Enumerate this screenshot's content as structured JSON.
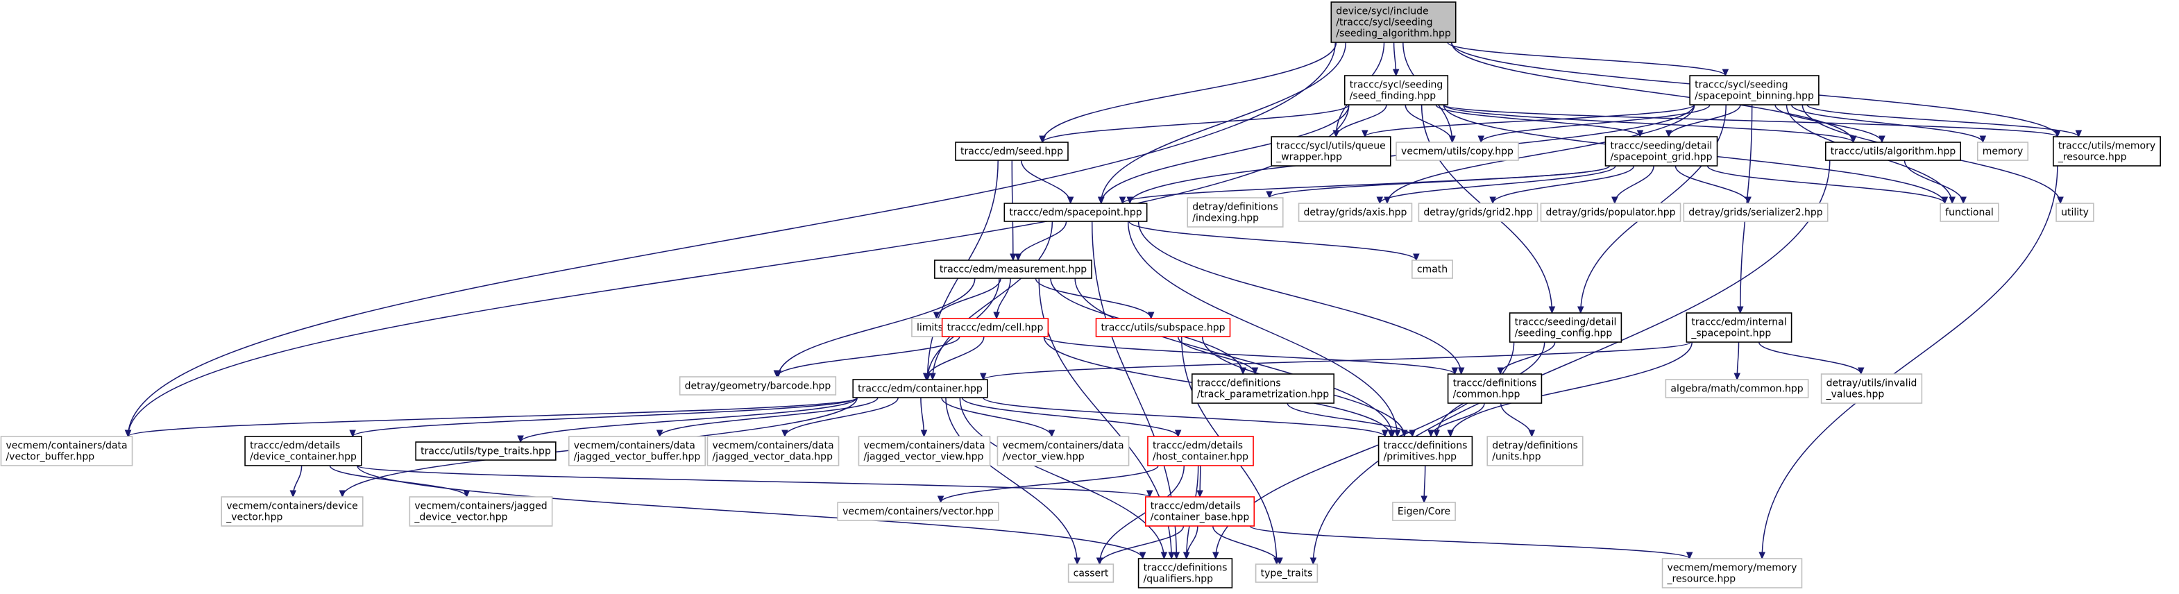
{
  "graph": {
    "edge_color": "#191970",
    "nodes": [
      {
        "id": "root",
        "lines": [
          "device/sycl/include",
          "/traccc/sycl/seeding",
          "/seeding_algorithm.hpp"
        ],
        "style": "root"
      },
      {
        "id": "seed_finding",
        "lines": [
          "traccc/sycl/seeding",
          "/seed_finding.hpp"
        ],
        "style": "doc"
      },
      {
        "id": "sp_binning",
        "lines": [
          "traccc/sycl/seeding",
          "/spacepoint_binning.hpp"
        ],
        "style": "doc"
      },
      {
        "id": "seed_hpp",
        "lines": [
          "traccc/edm/seed.hpp"
        ],
        "style": "doc"
      },
      {
        "id": "queue_wrapper",
        "lines": [
          "traccc/sycl/utils/queue",
          "_wrapper.hpp"
        ],
        "style": "doc"
      },
      {
        "id": "vec_copy",
        "lines": [
          "vecmem/utils/copy.hpp"
        ],
        "style": "ext"
      },
      {
        "id": "sp_grid",
        "lines": [
          "traccc/seeding/detail",
          "/spacepoint_grid.hpp"
        ],
        "style": "doc"
      },
      {
        "id": "utils_alg",
        "lines": [
          "traccc/utils/algorithm.hpp"
        ],
        "style": "doc"
      },
      {
        "id": "memory",
        "lines": [
          "memory"
        ],
        "style": "ext"
      },
      {
        "id": "mem_res",
        "lines": [
          "traccc/utils/memory",
          "_resource.hpp"
        ],
        "style": "doc"
      },
      {
        "id": "spacepoint",
        "lines": [
          "traccc/edm/spacepoint.hpp"
        ],
        "style": "doc"
      },
      {
        "id": "dt_indexing",
        "lines": [
          "detray/definitions",
          "/indexing.hpp"
        ],
        "style": "ext"
      },
      {
        "id": "dt_axis",
        "lines": [
          "detray/grids/axis.hpp"
        ],
        "style": "ext"
      },
      {
        "id": "dt_grid2",
        "lines": [
          "detray/grids/grid2.hpp"
        ],
        "style": "ext"
      },
      {
        "id": "dt_populator",
        "lines": [
          "detray/grids/populator.hpp"
        ],
        "style": "ext"
      },
      {
        "id": "dt_serializer",
        "lines": [
          "detray/grids/serializer2.hpp"
        ],
        "style": "ext"
      },
      {
        "id": "functional",
        "lines": [
          "functional"
        ],
        "style": "ext"
      },
      {
        "id": "utility",
        "lines": [
          "utility"
        ],
        "style": "ext"
      },
      {
        "id": "measurement",
        "lines": [
          "traccc/edm/measurement.hpp"
        ],
        "style": "doc"
      },
      {
        "id": "cmath",
        "lines": [
          "cmath"
        ],
        "style": "ext"
      },
      {
        "id": "limits",
        "lines": [
          "limits"
        ],
        "style": "ext"
      },
      {
        "id": "cell",
        "lines": [
          "traccc/edm/cell.hpp"
        ],
        "style": "red"
      },
      {
        "id": "subspace",
        "lines": [
          "traccc/utils/subspace.hpp"
        ],
        "style": "red"
      },
      {
        "id": "seeding_config",
        "lines": [
          "traccc/seeding/detail",
          "/seeding_config.hpp"
        ],
        "style": "doc"
      },
      {
        "id": "internal_sp",
        "lines": [
          "traccc/edm/internal",
          "_spacepoint.hpp"
        ],
        "style": "doc"
      },
      {
        "id": "barcode",
        "lines": [
          "detray/geometry/barcode.hpp"
        ],
        "style": "ext"
      },
      {
        "id": "container",
        "lines": [
          "traccc/edm/container.hpp"
        ],
        "style": "doc"
      },
      {
        "id": "track_param",
        "lines": [
          "traccc/definitions",
          "/track_parametrization.hpp"
        ],
        "style": "doc"
      },
      {
        "id": "common",
        "lines": [
          "traccc/definitions",
          "/common.hpp"
        ],
        "style": "doc"
      },
      {
        "id": "alg_common",
        "lines": [
          "algebra/math/common.hpp"
        ],
        "style": "ext"
      },
      {
        "id": "invalid_values",
        "lines": [
          "detray/utils/invalid",
          "_values.hpp"
        ],
        "style": "ext"
      },
      {
        "id": "vector_buffer",
        "lines": [
          "vecmem/containers/data",
          "/vector_buffer.hpp"
        ],
        "style": "ext"
      },
      {
        "id": "device_container",
        "lines": [
          "traccc/edm/details",
          "/device_container.hpp"
        ],
        "style": "doc"
      },
      {
        "id": "type_traits_hpp",
        "lines": [
          "traccc/utils/type_traits.hpp"
        ],
        "style": "doc"
      },
      {
        "id": "jvb",
        "lines": [
          "vecmem/containers/data",
          "/jagged_vector_buffer.hpp"
        ],
        "style": "ext"
      },
      {
        "id": "jvd",
        "lines": [
          "vecmem/containers/data",
          "/jagged_vector_data.hpp"
        ],
        "style": "ext"
      },
      {
        "id": "jvv",
        "lines": [
          "vecmem/containers/data",
          "/jagged_vector_view.hpp"
        ],
        "style": "ext"
      },
      {
        "id": "vv",
        "lines": [
          "vecmem/containers/data",
          "/vector_view.hpp"
        ],
        "style": "ext"
      },
      {
        "id": "host_container",
        "lines": [
          "traccc/edm/details",
          "/host_container.hpp"
        ],
        "style": "red"
      },
      {
        "id": "primitives",
        "lines": [
          "traccc/definitions",
          "/primitives.hpp"
        ],
        "style": "doc"
      },
      {
        "id": "units",
        "lines": [
          "detray/definitions",
          "/units.hpp"
        ],
        "style": "ext"
      },
      {
        "id": "device_vector",
        "lines": [
          "vecmem/containers/device",
          "_vector.hpp"
        ],
        "style": "ext"
      },
      {
        "id": "jagged_device_vector",
        "lines": [
          "vecmem/containers/jagged",
          "_device_vector.hpp"
        ],
        "style": "ext"
      },
      {
        "id": "vector_hpp",
        "lines": [
          "vecmem/containers/vector.hpp"
        ],
        "style": "ext"
      },
      {
        "id": "container_base",
        "lines": [
          "traccc/edm/details",
          "/container_base.hpp"
        ],
        "style": "red"
      },
      {
        "id": "eigen",
        "lines": [
          "Eigen/Core"
        ],
        "style": "ext"
      },
      {
        "id": "cassert",
        "lines": [
          "cassert"
        ],
        "style": "ext"
      },
      {
        "id": "qualifiers",
        "lines": [
          "traccc/definitions",
          "/qualifiers.hpp"
        ],
        "style": "doc"
      },
      {
        "id": "type_traits",
        "lines": [
          "type_traits"
        ],
        "style": "ext"
      },
      {
        "id": "mm_res",
        "lines": [
          "vecmem/memory/memory",
          "_resource.hpp"
        ],
        "style": "ext"
      }
    ],
    "edges": [
      [
        "root",
        "seed_finding"
      ],
      [
        "root",
        "sp_binning"
      ],
      [
        "root",
        "seed_hpp"
      ],
      [
        "root",
        "queue_wrapper"
      ],
      [
        "root",
        "vec_copy"
      ],
      [
        "root",
        "spacepoint"
      ],
      [
        "root",
        "utils_alg"
      ],
      [
        "root",
        "mem_res"
      ],
      [
        "root",
        "vector_buffer"
      ],
      [
        "seed_finding",
        "seed_hpp"
      ],
      [
        "seed_finding",
        "queue_wrapper"
      ],
      [
        "seed_finding",
        "vec_copy"
      ],
      [
        "seed_finding",
        "sp_grid"
      ],
      [
        "seed_finding",
        "utils_alg"
      ],
      [
        "seed_finding",
        "mem_res"
      ],
      [
        "seed_finding",
        "spacepoint"
      ],
      [
        "seed_finding",
        "seeding_config"
      ],
      [
        "seed_finding",
        "vector_buffer"
      ],
      [
        "seed_finding",
        "functional"
      ],
      [
        "sp_binning",
        "queue_wrapper"
      ],
      [
        "sp_binning",
        "vec_copy"
      ],
      [
        "sp_binning",
        "sp_grid"
      ],
      [
        "sp_binning",
        "utils_alg"
      ],
      [
        "sp_binning",
        "memory"
      ],
      [
        "sp_binning",
        "mem_res"
      ],
      [
        "sp_binning",
        "spacepoint"
      ],
      [
        "sp_binning",
        "dt_axis"
      ],
      [
        "sp_binning",
        "seeding_config"
      ],
      [
        "sp_binning",
        "internal_sp"
      ],
      [
        "sp_binning",
        "functional"
      ],
      [
        "sp_binning",
        "utility"
      ],
      [
        "seed_hpp",
        "spacepoint"
      ],
      [
        "seed_hpp",
        "measurement"
      ],
      [
        "seed_hpp",
        "container"
      ],
      [
        "sp_grid",
        "spacepoint"
      ],
      [
        "sp_grid",
        "dt_indexing"
      ],
      [
        "sp_grid",
        "dt_axis"
      ],
      [
        "sp_grid",
        "dt_grid2"
      ],
      [
        "sp_grid",
        "dt_populator"
      ],
      [
        "sp_grid",
        "dt_serializer"
      ],
      [
        "sp_grid",
        "functional"
      ],
      [
        "utils_alg",
        "functional"
      ],
      [
        "utils_alg",
        "type_traits"
      ],
      [
        "mem_res",
        "mm_res"
      ],
      [
        "spacepoint",
        "measurement"
      ],
      [
        "spacepoint",
        "cmath"
      ],
      [
        "spacepoint",
        "container"
      ],
      [
        "spacepoint",
        "primitives"
      ],
      [
        "spacepoint",
        "common"
      ],
      [
        "spacepoint",
        "qualifiers"
      ],
      [
        "measurement",
        "limits"
      ],
      [
        "measurement",
        "cell"
      ],
      [
        "measurement",
        "subspace"
      ],
      [
        "measurement",
        "container"
      ],
      [
        "measurement",
        "barcode"
      ],
      [
        "measurement",
        "primitives"
      ],
      [
        "measurement",
        "track_param"
      ],
      [
        "measurement",
        "qualifiers"
      ],
      [
        "cell",
        "container"
      ],
      [
        "cell",
        "barcode"
      ],
      [
        "cell",
        "common"
      ],
      [
        "cell",
        "primitives"
      ],
      [
        "subspace",
        "track_param"
      ],
      [
        "subspace",
        "primitives"
      ],
      [
        "subspace",
        "type_traits"
      ],
      [
        "seeding_config",
        "common"
      ],
      [
        "seeding_config",
        "primitives"
      ],
      [
        "seeding_config",
        "qualifiers"
      ],
      [
        "internal_sp",
        "container"
      ],
      [
        "internal_sp",
        "primitives"
      ],
      [
        "internal_sp",
        "alg_common"
      ],
      [
        "internal_sp",
        "invalid_values"
      ],
      [
        "container",
        "vector_buffer"
      ],
      [
        "container",
        "device_container"
      ],
      [
        "container",
        "type_traits_hpp"
      ],
      [
        "container",
        "jvb"
      ],
      [
        "container",
        "jvd"
      ],
      [
        "container",
        "jvv"
      ],
      [
        "container",
        "vv"
      ],
      [
        "container",
        "host_container"
      ],
      [
        "container",
        "primitives"
      ],
      [
        "container",
        "device_vector"
      ],
      [
        "container",
        "cassert"
      ],
      [
        "container",
        "qualifiers"
      ],
      [
        "track_param",
        "primitives"
      ],
      [
        "common",
        "primitives"
      ],
      [
        "common",
        "units"
      ],
      [
        "device_container",
        "device_vector"
      ],
      [
        "device_container",
        "jagged_device_vector"
      ],
      [
        "device_container",
        "container_base"
      ],
      [
        "device_container",
        "qualifiers"
      ],
      [
        "host_container",
        "vector_hpp"
      ],
      [
        "host_container",
        "container_base"
      ],
      [
        "host_container",
        "cassert"
      ],
      [
        "host_container",
        "qualifiers"
      ],
      [
        "container_base",
        "cassert"
      ],
      [
        "container_base",
        "qualifiers"
      ],
      [
        "container_base",
        "type_traits"
      ],
      [
        "container_base",
        "mm_res"
      ],
      [
        "primitives",
        "eigen"
      ]
    ]
  }
}
